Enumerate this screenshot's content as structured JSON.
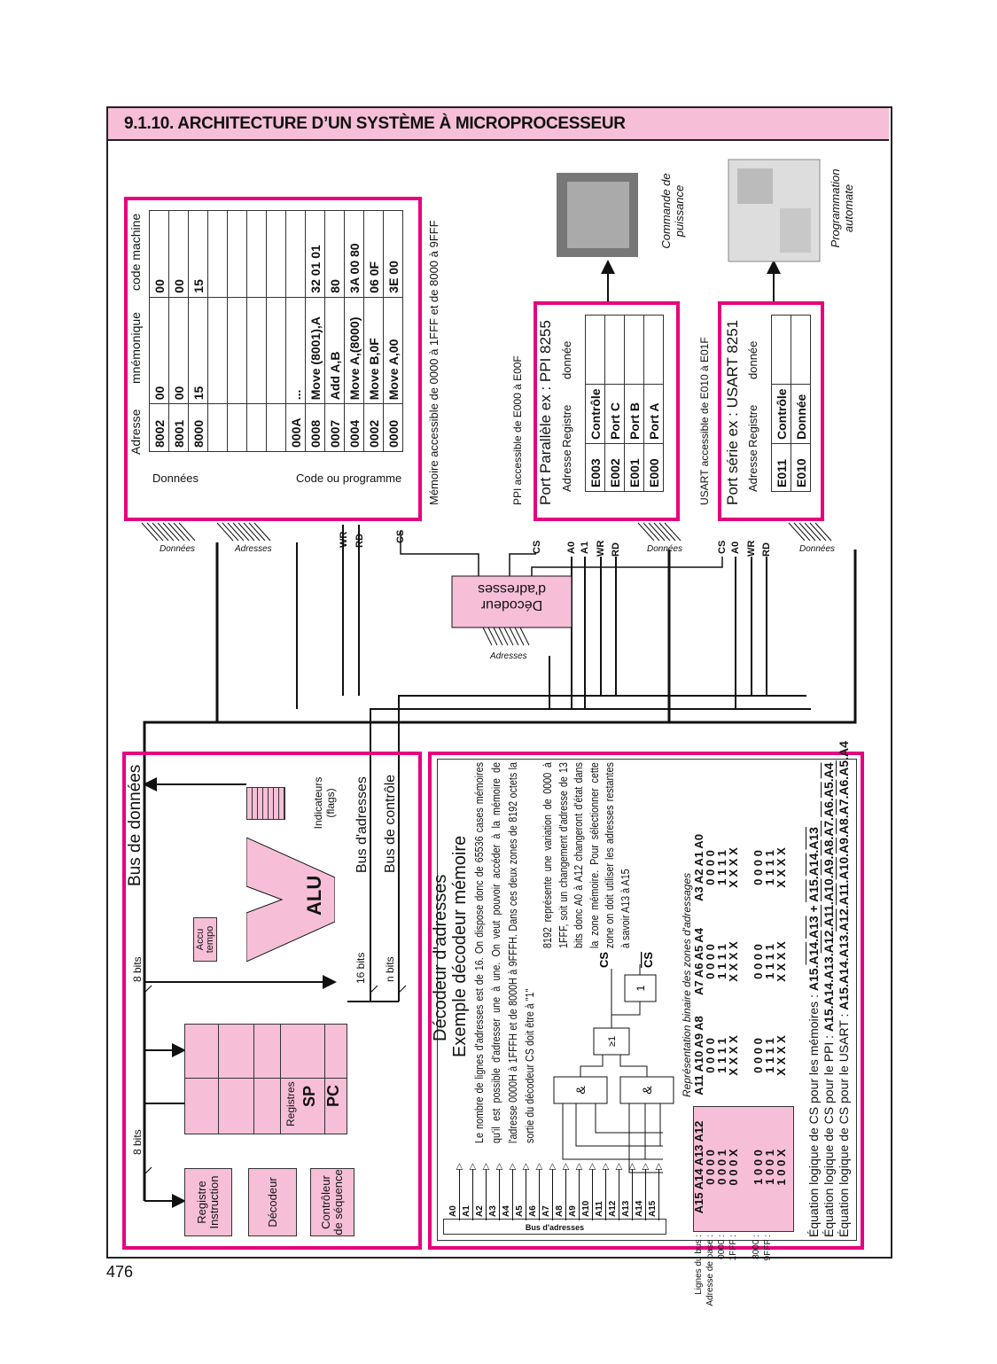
{
  "title": "9.1.10. ARCHITECTURE D’UN SYSTÈME À MICROPROCESSEUR",
  "page_number": "476",
  "colors": {
    "accent": "#e6007e",
    "pink_fill": "#f6bfd7"
  },
  "cpu": {
    "data_bus": "Bus de données",
    "address_bus": "Bus d'adresses",
    "control_bus": "Bus de contrôle",
    "bits_8a": "8 bits",
    "bits_8b": "8 bits",
    "bits_16": "16 bits",
    "bits_n": "n bits",
    "reg_instr": "Registre Instruction",
    "decodeur": "Décodeur",
    "controleur": "Contrôleur de séquence",
    "registres": "Registres",
    "sp": "SP",
    "pc": "PC",
    "accu": "Accu tempo",
    "alu": "ALU",
    "flags": "Indicateurs (flags)"
  },
  "memory": {
    "headers": [
      "Adresse",
      "mnémonique",
      "code machine"
    ],
    "rows": [
      [
        "8002",
        "00",
        "00"
      ],
      [
        "8001",
        "00",
        "00"
      ],
      [
        "8000",
        "15",
        "15"
      ],
      [
        "",
        "",
        ""
      ],
      [
        "",
        "",
        ""
      ],
      [
        "",
        "",
        ""
      ],
      [
        "",
        "",
        ""
      ],
      [
        "000A",
        "...",
        ""
      ],
      [
        "0008",
        "Move (8001),A",
        "32 01 01"
      ],
      [
        "0007",
        "Add A,B",
        "80"
      ],
      [
        "0004",
        "Move A,(8000)",
        "3A 00 80"
      ],
      [
        "0002",
        "Move B,0F",
        "06 0F"
      ],
      [
        "0000",
        "Move A,00",
        "3E 00"
      ]
    ],
    "label_data": "Données",
    "label_code": "Code ou programme",
    "caption": "Mémoire accessible de 0000 à 1FFF et de 8000 à 9FFF"
  },
  "ppi": {
    "caption": "PPI accessible de E000 à E00F",
    "title": "Port Parallèle ex : PPI 8255",
    "headers": [
      "Adresse",
      "Registre",
      "donnée"
    ],
    "rows": [
      [
        "E003",
        "Contrôle"
      ],
      [
        "E002",
        "Port C"
      ],
      [
        "E001",
        "Port B"
      ],
      [
        "E000",
        "Port A"
      ]
    ],
    "device": "Commande de puissance"
  },
  "usart": {
    "caption": "USART accessible de E010 à E01F",
    "title": "Port série ex : USART 8251",
    "headers": [
      "Adresse",
      "Registre",
      "donnée"
    ],
    "rows": [
      [
        "E011",
        "Contrôle"
      ],
      [
        "E010",
        "Donnée"
      ]
    ],
    "device": "Programmation automate"
  },
  "bus_labels": {
    "mem_data": "Données",
    "mem_addr": "Adresses",
    "wr": "WR",
    "rd": "RD",
    "cs": "CS",
    "ppi_cs": "CS",
    "ppi_a0": "A0",
    "ppi_a1": "A1",
    "ppi_wr": "WR",
    "ppi_rd": "RD",
    "ppi_data": "Données",
    "us_cs": "CS",
    "us_a0": "A0",
    "us_wr": "WR",
    "us_rd": "RD",
    "us_data": "Données",
    "dec_addr": "Adresses",
    "decoder": "Décodeur d'adresses"
  },
  "decoder": {
    "title": "Décodeur d'adresses",
    "subtitle": "Exemple décodeur mémoire",
    "para1": "Le nombre de lignes d'adresses est de 16. On dispose donc de 65536 cases mémoires qu'il est possible d'adresser une à une. On veut pouvoir accéder à la mémoire de l'adresse 0000H à 1FFFH et de 8000H à 9FFFH. Dans ces deux zones de 8192 octets la sortie du décodeur CS doit être à \"1\"",
    "para2": "8192 représente une variation de 0000 à 1FFF, soit un changement d'adresse de 13 bits donc A0 à A12 changeront d'état dans la zone mémoire. Pour sélectionner cette zone on doit utiliser les adresses restantes à savoir A13 à A15",
    "bus_label": "Bus d'adresses",
    "lines": [
      "A0",
      "A1",
      "A2",
      "A3",
      "A4",
      "A5",
      "A6",
      "A7",
      "A8",
      "A9",
      "A10",
      "A11",
      "A12",
      "A13",
      "A14",
      "A15"
    ],
    "and": "&",
    "or": "≥1",
    "not": "1",
    "cs": "CS",
    "cs_bar": "CS",
    "table_caption": "Représentation binaire des zones d'adressages",
    "row_labels": [
      "Lignes du bus :",
      "Adresse de base :",
      "0000 :",
      "1FFF :",
      "",
      "8000 :",
      "9FFF :",
      ""
    ],
    "groups": [
      "A15 A14 A13 A12",
      "A11 A10 A9 A8",
      "A7 A6 A5 A4",
      "A3 A2 A1 A0"
    ],
    "rows": [
      [
        "0 0 0 0",
        "0 0 0 0",
        "0 0 0 0",
        "0 0 0 0"
      ],
      [
        "0 0 0 1",
        "1 1 1 1",
        "1 1 1 1",
        "1 1 1 1"
      ],
      [
        "0 0 0 X",
        "X X X X",
        "X X X X",
        "X X X X"
      ],
      [
        "1 0 0 0",
        "0 0 0 0",
        "0 0 0 0",
        "0 0 0 0"
      ],
      [
        "1 0 0 1",
        "1 1 1 1",
        "1 1 1 1",
        "1 1 1 1"
      ],
      [
        "1 0 0 X",
        "X X X X",
        "X X X X",
        "X X X X"
      ]
    ],
    "equations": [
      {
        "label": "Équation logique de CS pour les mémoires : ",
        "expr": "A15.~A14.~A13 + ~A15.~A14.~A13"
      },
      {
        "label": "Équation logique de CS pour le PPI : ",
        "expr": "A15.A14.A13.~A12.~A11.~A10.~A9.~A8.~A7.~A6.~A5.~A4"
      },
      {
        "label": "Équation logique de CS pour le USART : ",
        "expr": "A15.A14.A13.~A12.~A11.~A10.~A9.~A8.~A7.~A6.~A5.A4"
      }
    ]
  }
}
